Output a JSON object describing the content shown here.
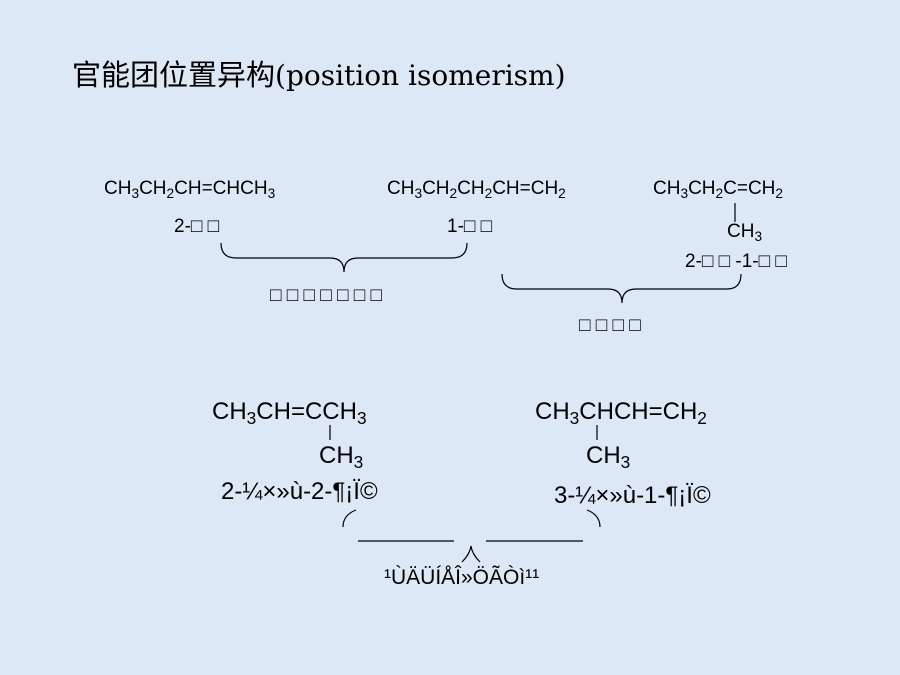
{
  "title": {
    "zh": "官能团位置异构",
    "en": "(position isomerism)"
  },
  "row1": {
    "m1": {
      "a": "CH",
      "a1": "3",
      "b": "CH",
      "b1": "2",
      "c": "CH=CHCH",
      "c1": "3",
      "name": "2-□ □"
    },
    "m2": {
      "a": "CH",
      "a1": "3",
      "b": "CH",
      "b1": "2",
      "c": "CH",
      "c1": "2",
      "d": "CH=CH",
      "d1": "2",
      "name": "1-□ □"
    },
    "m3": {
      "a": "CH",
      "a1": "3",
      "b": "CH",
      "b1": "2",
      "c": "C=CH",
      "c1": "2",
      "branch": "CH",
      "branch1": "3",
      "name": "2-□ □ -1-□ □"
    },
    "brace1_label": "□ □ □ □ □ □ □",
    "brace2_label": "□ □ □ □"
  },
  "row2": {
    "m4": {
      "a": "CH",
      "a1": "3",
      "b": "CH=CCH",
      "b1": "3",
      "branch": "CH",
      "branch1": "3",
      "name": "2-¼×»ù-2-¶¡Ï©"
    },
    "m5": {
      "a": "CH",
      "a1": "3",
      "b": "CHCH=CH",
      "b1": "2",
      "branch": "CH",
      "branch1": "3",
      "name": "3-¼×»ù-1-¶¡Ï©"
    },
    "brace_label": "¹ÙÄÜÍÅÎ»ÖÃÒì¹¹"
  }
}
